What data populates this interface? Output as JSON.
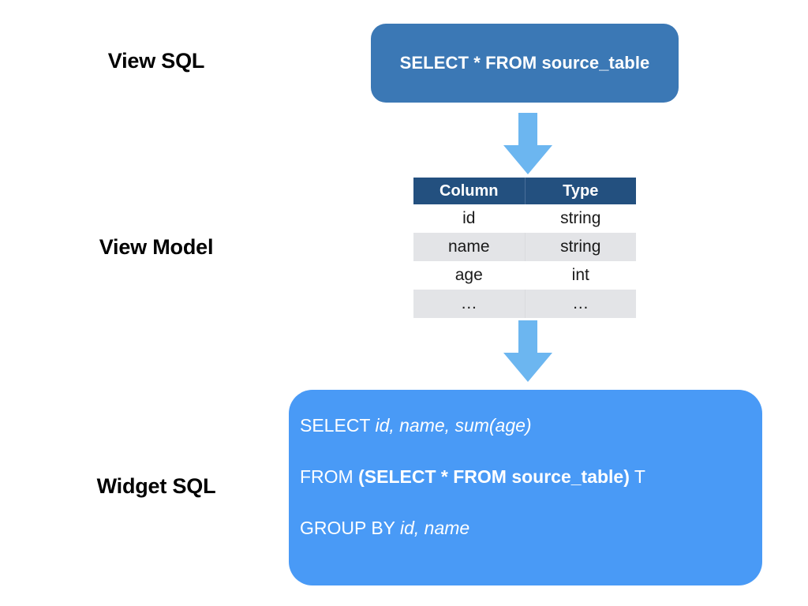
{
  "diagram": {
    "title": "View SQL to View Model to Widget SQL",
    "colors": {
      "view_sql_box": "#3B78B5",
      "widget_sql_box": "#499AF6",
      "arrow": "#6CB6F0",
      "table_header": "#23507F",
      "table_row_alt": "#E3E4E7",
      "label_text": "#000000",
      "background": "#FFFFFF"
    }
  },
  "labels": {
    "view_sql": "View SQL",
    "view_model": "View Model",
    "widget_sql": "Widget SQL"
  },
  "view_sql": {
    "statement": "SELECT * FROM source_table"
  },
  "view_model": {
    "headers": {
      "column": "Column",
      "type": "Type"
    },
    "rows": [
      {
        "column": "id",
        "type": "string"
      },
      {
        "column": "name",
        "type": "string"
      },
      {
        "column": "age",
        "type": "int"
      },
      {
        "column": "…",
        "type": "…"
      }
    ]
  },
  "widget_sql": {
    "line1": {
      "keyword": "SELECT ",
      "identifiers": "id, name, sum(age)"
    },
    "line2": {
      "keyword": "FROM ",
      "subquery": "(SELECT * FROM source_table)",
      "alias": " T"
    },
    "line3": {
      "keyword": "GROUP BY ",
      "identifiers": "id, name"
    }
  },
  "arrows": {
    "arrow1_name": "down-arrow-view-sql-to-view-model",
    "arrow2_name": "down-arrow-view-model-to-widget-sql"
  }
}
